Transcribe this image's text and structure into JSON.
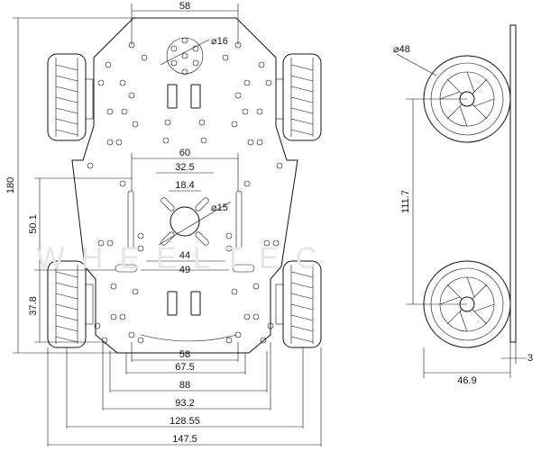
{
  "dimensions": {
    "top_width": "58",
    "top_hole": "⌀16",
    "inner_60": "60",
    "inner_32_5": "32.5",
    "inner_18_4": "18.4",
    "center_hole": "⌀15",
    "inner_44": "44",
    "inner_49": "49",
    "bottom_58": "58",
    "bottom_67_5": "67.5",
    "bottom_88": "88",
    "bottom_93_2": "93.2",
    "bottom_128_55": "128.55",
    "bottom_147_5": "147.5",
    "left_180": "180",
    "left_50_1": "50.1",
    "left_37_8": "37.8",
    "wheel_dia": "⌀48",
    "wheelbase": "111.7",
    "side_width": "46.9",
    "plate_thickness": "3"
  },
  "watermark": "WHEELTEC"
}
